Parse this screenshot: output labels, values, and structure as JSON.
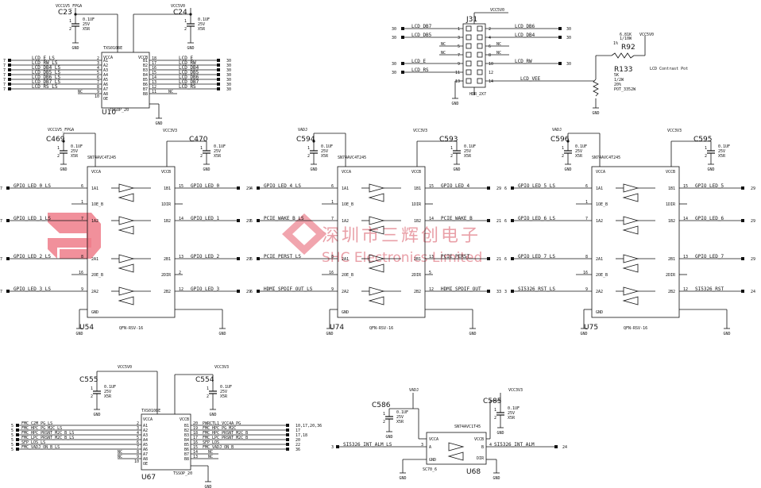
{
  "watermark": {
    "cn": "深圳市三辉创电子",
    "en": "SHC Electronics Limited"
  },
  "cap_spec": {
    "value": "0.1UF",
    "voltage": "25V",
    "dielectric": "X5R"
  },
  "nets": {
    "gnd": "GND",
    "vcc1v5": "VCC1V5_FPGA",
    "vcc5v0": "VCC5V0",
    "vcc3v3": "VCC3V3",
    "vadj": "VADJ"
  },
  "u10": {
    "ref": "U10",
    "part": "TXS0108E",
    "pkg": "TSSOP_20",
    "cap_left": "C23",
    "cap_right": "C24",
    "left_pins": [
      {
        "sheet": "7",
        "net": "LCD_E_LS",
        "pin": "2",
        "name": "A1"
      },
      {
        "sheet": "7",
        "net": "LCD_RW_LS",
        "pin": "3",
        "name": "A2"
      },
      {
        "sheet": "7",
        "net": "LCD_DB4_LS",
        "pin": "4",
        "name": "A3"
      },
      {
        "sheet": "7",
        "net": "LCD_DB5_LS",
        "pin": "5",
        "name": "A4"
      },
      {
        "sheet": "7",
        "net": "LCD_DB6_LS",
        "pin": "6",
        "name": "A5"
      },
      {
        "sheet": "7",
        "net": "LCD_DB7_LS",
        "pin": "7",
        "name": "A6"
      },
      {
        "sheet": "7",
        "net": "LCD_RS_LS",
        "pin": "8",
        "name": "A7"
      },
      {
        "sheet": "",
        "net": "NC",
        "pin": "9",
        "name": "A8"
      },
      {
        "sheet": "",
        "net": "",
        "pin": "10",
        "name": "OE"
      }
    ],
    "right_pins": [
      {
        "pin": "18",
        "name": "B1",
        "net": "LCD_E",
        "sheet": "30"
      },
      {
        "pin": "17",
        "name": "B2",
        "net": "LCD_RW",
        "sheet": "30"
      },
      {
        "pin": "16",
        "name": "B3",
        "net": "LCD_DB4",
        "sheet": "30"
      },
      {
        "pin": "15",
        "name": "B4",
        "net": "LCD_DB5",
        "sheet": "30"
      },
      {
        "pin": "14",
        "name": "B5",
        "net": "LCD_DB6",
        "sheet": "30"
      },
      {
        "pin": "13",
        "name": "B6",
        "net": "LCD_DB7",
        "sheet": "30"
      },
      {
        "pin": "12",
        "name": "B7",
        "net": "LCD_RS",
        "sheet": "30"
      },
      {
        "pin": "11",
        "name": "B8",
        "net": "NC",
        "sheet": ""
      }
    ],
    "vcca_pin": "1",
    "vccb_pin": "19",
    "vcca": "VCCA",
    "vccb": "VCCB",
    "gnd_pin": "11"
  },
  "j31": {
    "ref": "J31",
    "part": "HDR_2X7",
    "rows": [
      {
        "l_sheet": "30",
        "l_net": "LCD_DB7",
        "l_pin": "1",
        "r_pin": "2",
        "r_net": "LCD_DB6",
        "r_sheet": "30"
      },
      {
        "l_sheet": "30",
        "l_net": "LCD_DB5",
        "l_pin": "3",
        "r_pin": "4",
        "r_net": "LCD_DB4",
        "r_sheet": "30"
      },
      {
        "l_sheet": "",
        "l_net": "NC",
        "l_pin": "5",
        "r_pin": "6",
        "r_net": "NC",
        "r_sheet": ""
      },
      {
        "l_sheet": "",
        "l_net": "NC",
        "l_pin": "7",
        "r_pin": "8",
        "r_net": "NC",
        "r_sheet": ""
      },
      {
        "l_sheet": "30",
        "l_net": "LCD_E",
        "l_pin": "9",
        "r_pin": "10",
        "r_net": "LCD_RW",
        "r_sheet": "30"
      },
      {
        "l_sheet": "30",
        "l_net": "LCD_RS",
        "l_pin": "11",
        "r_pin": "12",
        "r_net": "",
        "r_sheet": ""
      },
      {
        "l_sheet": "",
        "l_net": "",
        "l_pin": "13",
        "r_pin": "14",
        "r_net": "LCD_VEE",
        "r_sheet": ""
      }
    ]
  },
  "r92": {
    "ref": "R92",
    "value": "6.81K",
    "tol": "1/10W",
    "pct": "1%"
  },
  "r133": {
    "ref": "R133",
    "value": "5K",
    "power": "1/2W",
    "tol": "20%",
    "part": "POT_3352W",
    "label": "LCD Contrast Pot"
  },
  "u54": {
    "ref": "U54",
    "part": "SN74AVC4T245",
    "pkg": "QFN-RSV-16",
    "cap_left": "C469",
    "cap_right": "C470",
    "rows": [
      {
        "ls": "7",
        "lnet": "GPIO_LED_0_LS",
        "lpin": "6",
        "lname": "1A1",
        "rname": "1B1",
        "rpin": "15",
        "rnet": "GPIO_LED_0",
        "rs": "29"
      },
      {
        "ls": "",
        "lnet": "",
        "lpin": "1",
        "lname": "1OE_B",
        "rname": "1DIR",
        "rpin": "",
        "rnet": "",
        "rs": ""
      },
      {
        "ls": "7",
        "lnet": "GPIO_LED_1_LS",
        "lpin": "7",
        "lname": "1A2",
        "rname": "1B2",
        "rpin": "14",
        "rnet": "GPIO_LED_1",
        "rs": "29"
      },
      {
        "ls": "7",
        "lnet": "GPIO_LED_2_LS",
        "lpin": "8",
        "lname": "2A1",
        "rname": "2B1",
        "rpin": "13",
        "rnet": "GPIO_LED_2",
        "rs": "29"
      },
      {
        "ls": "",
        "lnet": "",
        "lpin": "16",
        "lname": "2OE_B",
        "rname": "2DIR",
        "rpin": "2",
        "rnet": "",
        "rs": ""
      },
      {
        "ls": "7",
        "lnet": "GPIO_LED_3_LS",
        "lpin": "9",
        "lname": "2A2",
        "rname": "2B2",
        "rpin": "12",
        "rnet": "GPIO_LED_3",
        "rs": "29"
      }
    ]
  },
  "u74": {
    "ref": "U74",
    "part": "SN74AVC4T245",
    "pkg": "QFN-RSV-16",
    "cap_left": "C594",
    "cap_right": "C593",
    "rows": [
      {
        "ls": "4",
        "lnet": "GPIO_LED_4_LS",
        "lpin": "6",
        "lname": "1A1",
        "rname": "1B1",
        "rpin": "15",
        "rnet": "GPIO_LED_4",
        "rs": "29"
      },
      {
        "ls": "",
        "lnet": "",
        "lpin": "1",
        "lname": "1OE_B",
        "rname": "1DIR",
        "rpin": "",
        "rnet": "",
        "rs": ""
      },
      {
        "ls": "5",
        "lnet": "PCIE_WAKE_B_LS",
        "lpin": "7",
        "lname": "1A2",
        "rname": "1B2",
        "rpin": "14",
        "rnet": "PCIE_WAKE_B",
        "rs": "21"
      },
      {
        "ls": "5",
        "lnet": "PCIE_PERST_LS",
        "lpin": "8",
        "lname": "2A1",
        "rname": "2B1",
        "rpin": "13",
        "rnet": "PCIE_PERST",
        "rs": "21"
      },
      {
        "ls": "",
        "lnet": "",
        "lpin": "16",
        "lname": "2OE_B",
        "rname": "2DIR",
        "rpin": "5",
        "rnet": "",
        "rs": ""
      },
      {
        "ls": "6",
        "lnet": "HDMI_SPDIF_OUT_LS",
        "lpin": "9",
        "lname": "2A2",
        "rname": "2B2",
        "rpin": "12",
        "rnet": "HDMI_SPDIF_OUT",
        "rs": "33"
      }
    ]
  },
  "u75": {
    "ref": "U75",
    "part": "SN74AVC4T245",
    "pkg": "QFN-RSV-16",
    "cap_left": "C596",
    "cap_right": "C595",
    "rows": [
      {
        "ls": "6",
        "lnet": "GPIO_LED_5_LS",
        "lpin": "6",
        "lname": "1A1",
        "rname": "1B1",
        "rpin": "15",
        "rnet": "GPIO_LED_5",
        "rs": "29"
      },
      {
        "ls": "",
        "lnet": "",
        "lpin": "1",
        "lname": "1OE_B",
        "rname": "1DIR",
        "rpin": "",
        "rnet": "",
        "rs": ""
      },
      {
        "ls": "6",
        "lnet": "GPIO_LED_6_LS",
        "lpin": "7",
        "lname": "1A2",
        "rname": "1B2",
        "rpin": "14",
        "rnet": "GPIO_LED_6",
        "rs": "29"
      },
      {
        "ls": "6",
        "lnet": "GPIO_LED_7_LS",
        "lpin": "8",
        "lname": "2A1",
        "rname": "2B1",
        "rpin": "13",
        "rnet": "GPIO_LED_7",
        "rs": "29"
      },
      {
        "ls": "",
        "lnet": "",
        "lpin": "16",
        "lname": "2OE_B",
        "rname": "2DIR",
        "rpin": "",
        "rnet": "",
        "rs": ""
      },
      {
        "ls": "3",
        "lnet": "SI5326_RST_LS",
        "lpin": "9",
        "lname": "2A2",
        "rname": "2B2",
        "rpin": "12",
        "rnet": "SI5326_RST",
        "rs": "24"
      }
    ]
  },
  "u67": {
    "ref": "U67",
    "part": "TXS0108E",
    "pkg": "TSSOP_20",
    "cap_left": "C555",
    "cap_right": "C554",
    "left": [
      {
        "s": "5",
        "net": "FMC_C2M_PG_LS",
        "pin": "2",
        "name": "A1"
      },
      {
        "s": "5",
        "net": "FMC_HPC_PG_M2C_LS",
        "pin": "3",
        "name": "A2"
      },
      {
        "s": "5",
        "net": "FMC_HPC_PRSNT_M2C_B_LS",
        "pin": "4",
        "name": "A3"
      },
      {
        "s": "5",
        "net": "FMC_LPC_PRSNT_M2C_B_LS",
        "pin": "5",
        "name": "A4"
      },
      {
        "s": "5",
        "net": "SFP_LOS_LS",
        "pin": "6",
        "name": "A5"
      },
      {
        "s": "5",
        "net": "FMC_VADJ_ON_B_LS",
        "pin": "7",
        "name": "A6"
      },
      {
        "s": "",
        "net": "NC",
        "pin": "8",
        "name": "A7"
      },
      {
        "s": "",
        "net": "NC",
        "pin": "9",
        "name": "A8"
      },
      {
        "s": "",
        "net": "",
        "pin": "10",
        "name": "OE"
      }
    ],
    "right": [
      {
        "pin": "20",
        "name": "B1",
        "net": "PWRCTL1_VCC4A_PG",
        "s": "10,17,20,36"
      },
      {
        "pin": "19",
        "name": "B2",
        "net": "FMC_HPC_PG_M2C",
        "s": "17"
      },
      {
        "pin": "18",
        "name": "B3",
        "net": "FMC_HPC_PRSNT_M2C_B",
        "s": "17,18"
      },
      {
        "pin": "17",
        "name": "B4",
        "net": "FMC_LPC_PRSNT_M2C_B",
        "s": "20"
      },
      {
        "pin": "16",
        "name": "B5",
        "net": "SFP_LOS",
        "s": "22"
      },
      {
        "pin": "15",
        "name": "B6",
        "net": "FMC_VADJ_ON_B",
        "s": "36"
      },
      {
        "pin": "14",
        "name": "B7",
        "net": "NC",
        "s": ""
      },
      {
        "pin": "13",
        "name": "B8",
        "net": "NC",
        "s": ""
      }
    ]
  },
  "u68": {
    "ref": "U68",
    "part": "SN74AVC1T45",
    "pkg": "SC70_6",
    "cap_left": "C586",
    "cap_right": "C585",
    "in_sheet": "3",
    "in_net": "SI5326_INT_ALM_LS",
    "out_net": "SI5326_INT_ALM",
    "out_sheet": "24",
    "pin_a": "3",
    "pin_b": "4",
    "pin_vcca": "1",
    "pin_vccb": "6",
    "pin_gnd": "2",
    "pin_dir": "5",
    "l_vcca": "VCCA",
    "l_a": "A",
    "l_gnd": "GND",
    "l_vccb": "VCCB",
    "l_b": "B",
    "l_dir": "DIR"
  },
  "pin_labels": {
    "vcca": "VCCA",
    "vccb": "VCCB",
    "gnd": "GND"
  }
}
